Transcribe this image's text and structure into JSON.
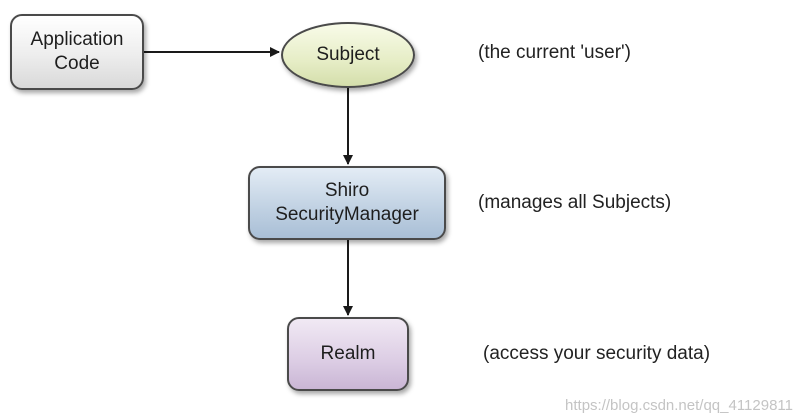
{
  "nodes": {
    "application_code": "Application\nCode",
    "subject": "Subject",
    "security_manager": "Shiro\nSecurityManager",
    "realm": "Realm"
  },
  "annotations": {
    "subject": "(the current 'user')",
    "security_manager": "(manages all Subjects)",
    "realm": "(access your security data)"
  },
  "watermark": "https://blog.csdn.net/qq_41129811",
  "colors": {
    "application_code_fill": "#e6e6e6",
    "subject_fill": "#e6edc6",
    "security_manager_fill": "#bfd0e2",
    "realm_fill": "#dccde4",
    "stroke": "#4a4a4a",
    "arrow": "#1a1a1a"
  }
}
